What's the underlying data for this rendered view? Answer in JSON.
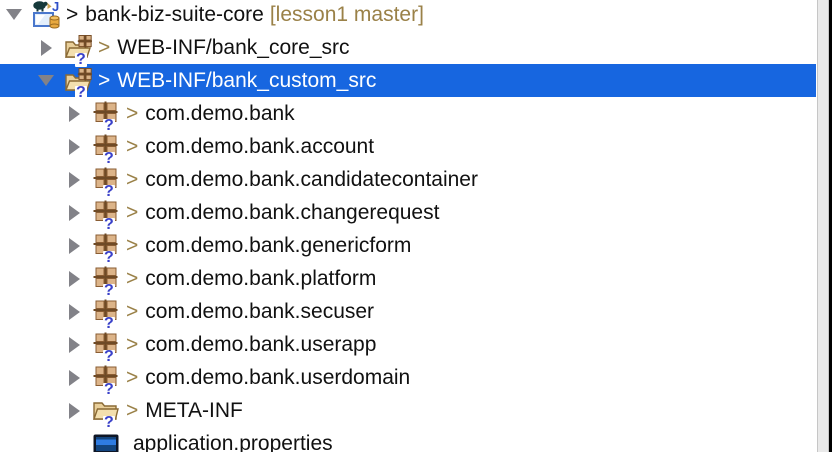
{
  "colors": {
    "selection": "#1766e0",
    "git_decoration_olive": "#9a8148",
    "text": "#111111",
    "triangle_gray": "#828288",
    "scrollbar_track": "#e9e9e9",
    "scrollbar_border": "#c6c6c6",
    "window_edge": "#000000",
    "selected_text": "#ffffff",
    "untracked_badge_blue": "#3a41c9"
  },
  "tree": {
    "badge_glyph": "?",
    "rows": [
      {
        "level": 0,
        "twist": "expanded",
        "icon": "java-project",
        "git_mark": ">",
        "label": "bank-biz-suite-core",
        "decoration": "[lesson1 master]",
        "selected": false,
        "untracked_badge": false
      },
      {
        "level": 1,
        "twist": "collapsed",
        "icon": "source-folder",
        "git_mark": ">",
        "label": "WEB-INF/bank_core_src",
        "decoration": "",
        "selected": false,
        "untracked_badge": true
      },
      {
        "level": 1,
        "twist": "expanded",
        "icon": "source-folder",
        "git_mark": ">",
        "label": "WEB-INF/bank_custom_src",
        "decoration": "",
        "selected": true,
        "untracked_badge": true
      },
      {
        "level": 2,
        "twist": "collapsed",
        "icon": "package",
        "git_mark": ">",
        "label": "com.demo.bank",
        "decoration": "",
        "selected": false,
        "untracked_badge": true
      },
      {
        "level": 2,
        "twist": "collapsed",
        "icon": "package",
        "git_mark": ">",
        "label": "com.demo.bank.account",
        "decoration": "",
        "selected": false,
        "untracked_badge": true
      },
      {
        "level": 2,
        "twist": "collapsed",
        "icon": "package",
        "git_mark": ">",
        "label": "com.demo.bank.candidatecontainer",
        "decoration": "",
        "selected": false,
        "untracked_badge": true
      },
      {
        "level": 2,
        "twist": "collapsed",
        "icon": "package",
        "git_mark": ">",
        "label": "com.demo.bank.changerequest",
        "decoration": "",
        "selected": false,
        "untracked_badge": true
      },
      {
        "level": 2,
        "twist": "collapsed",
        "icon": "package",
        "git_mark": ">",
        "label": "com.demo.bank.genericform",
        "decoration": "",
        "selected": false,
        "untracked_badge": true
      },
      {
        "level": 2,
        "twist": "collapsed",
        "icon": "package",
        "git_mark": ">",
        "label": "com.demo.bank.platform",
        "decoration": "",
        "selected": false,
        "untracked_badge": true
      },
      {
        "level": 2,
        "twist": "collapsed",
        "icon": "package",
        "git_mark": ">",
        "label": "com.demo.bank.secuser",
        "decoration": "",
        "selected": false,
        "untracked_badge": true
      },
      {
        "level": 2,
        "twist": "collapsed",
        "icon": "package",
        "git_mark": ">",
        "label": "com.demo.bank.userapp",
        "decoration": "",
        "selected": false,
        "untracked_badge": true
      },
      {
        "level": 2,
        "twist": "collapsed",
        "icon": "package",
        "git_mark": ">",
        "label": "com.demo.bank.userdomain",
        "decoration": "",
        "selected": false,
        "untracked_badge": true
      },
      {
        "level": 2,
        "twist": "collapsed",
        "icon": "folder",
        "git_mark": ">",
        "label": "META-INF",
        "decoration": "",
        "selected": false,
        "untracked_badge": true
      },
      {
        "level": 2,
        "twist": "none",
        "icon": "properties-file",
        "git_mark": "",
        "label": "application.properties",
        "decoration": "",
        "selected": false,
        "untracked_badge": false
      }
    ]
  }
}
